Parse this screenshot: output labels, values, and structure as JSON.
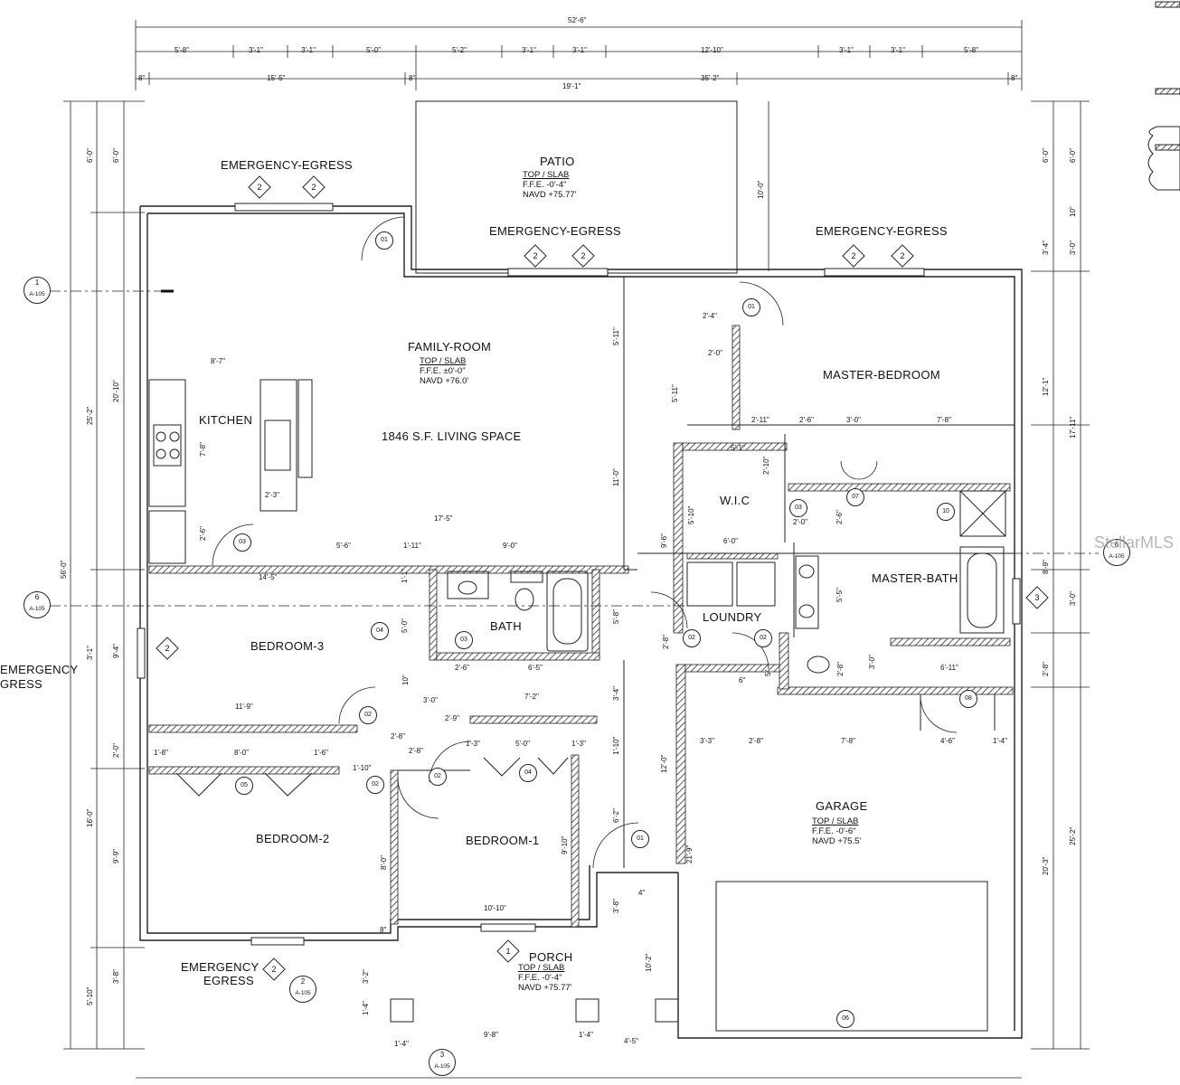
{
  "rooms": {
    "patio": "PATIO",
    "family_room": "FAMILY-ROOM",
    "kitchen": "KITCHEN",
    "living_space": "1846 S.F.  LIVING SPACE",
    "master_bedroom": "MASTER-BEDROOM",
    "wic": "W.I.C",
    "master_bath": "MASTER-BATH",
    "loundry": "LOUNDRY",
    "bath": "BATH",
    "bedroom3": "BEDROOM-3",
    "bedroom2": "BEDROOM-2",
    "bedroom1": "BEDROOM-1",
    "garage": "GARAGE",
    "porch": "PORCH"
  },
  "egress": {
    "top_left": "EMERGENCY-EGRESS",
    "top_mid": "EMERGENCY-EGRESS",
    "top_right": "EMERGENCY-EGRESS",
    "left_a": "EMERGENCY",
    "left_b": "GRESS",
    "bottom_a": "EMERGENCY",
    "bottom_b": "EGRESS"
  },
  "elevations": {
    "patio": [
      "TOP / SLAB",
      "F.F.E.  -0'-4\"",
      "NAVD +75.77'"
    ],
    "family": [
      "TOP / SLAB",
      "F.F.E.  ±0'-0\"",
      "NAVD +76.0'"
    ],
    "garage": [
      "TOP / SLAB",
      "F.F.E.  -0'-6\"",
      "NAVD +75.5'"
    ],
    "porch": [
      "TOP / SLAB",
      "F.F.E.  -0'-4\"",
      "NAVD +75.77'"
    ]
  },
  "dims_top": {
    "overall": "52'-6\"",
    "row1": [
      "5'-8\"",
      "3'-1\"",
      "3'-1\"",
      "5'-0\"",
      "5'-2\"",
      "3'-1\"",
      "3'-1\"",
      "12'-10\"",
      "3'-1\"",
      "3'-1\"",
      "5'-8\""
    ],
    "row2": [
      "8\"",
      "15'-5\"",
      "8\"",
      "19'-1\"",
      "35'-2\"",
      "8\""
    ]
  },
  "dims_left": [
    "6'-0\"",
    "6'-0\"",
    "25'-2\"",
    "20'-10\"",
    "56'-0\"",
    "3'-1\"",
    "9'-4\"",
    "2'-0\"",
    "16'-0\"",
    "9'-9\"",
    "3'-8\"",
    "5'-10\""
  ],
  "dims_right": [
    "6'-0\"",
    "6'-0\"",
    "10\"",
    "3'-4\"",
    "3'-0\"",
    "12'-1\"",
    "17'-11\"",
    "8'-9\"",
    "3'-0\"",
    "2'-8\"",
    "25'-2\"",
    "20'-3\""
  ],
  "dims_inner": {
    "kitchen_w": "8'-7\"",
    "kitchen_h": "7'-8\"",
    "k_223": "2'-3\"",
    "k_26": "2'-6\"",
    "fam_175": "17'-5\"",
    "fam_56": "5'-6\"",
    "fam_111": "1'-11\"",
    "fam_90": "9'-0\"",
    "fam_145": "14'-5\"",
    "fam_511": "5'-11\"",
    "fam_110": "11'-0\"",
    "fam_100": "10'-0\"",
    "mb_24": "2'-4\"",
    "mb_20": "2'-0\"",
    "mb_511": "5'-11\"",
    "mb_211": "2'-11\"",
    "mb_26": "2'-6\"",
    "mb_30": "3'-0\"",
    "mb_78": "7'-8\"",
    "wic_51": "5'-1\"",
    "wic_210": "2'-10\"",
    "wic_510": "5'-10\"",
    "wic_60": "6'-0\"",
    "wic_96": "9'-6\"",
    "wic_20": "2'-0\"",
    "mbath_26": "2'-6\"",
    "mbath_55": "5'-5\"",
    "mbath_611": "6'-11\"",
    "mbath_28": "2'-8\"",
    "mbath_30": "3'-0\"",
    "laund_28": "2'-8\"",
    "laund_6": "6\"",
    "laund_5": "5\"",
    "bath_26": "2'-6\"",
    "bath_65": "6'-5\"",
    "bath_50": "5'-0\"",
    "bath_58": "5'-8\"",
    "bath_34": "3'-4\"",
    "bath_11": "1'-1\"",
    "b3_119": "11'-9\"",
    "b3_30": "3'-0\"",
    "b3_10": "10\"",
    "hall_29": "2'-9\"",
    "hall_72": "7'-2\"",
    "hall_28a": "2'-8\"",
    "hall_28b": "2'-8\"",
    "hall_110": "1'-10\"",
    "b2_18": "1'-8\"",
    "b2_80": "8'-0\"",
    "b2_16": "1'-6\"",
    "b2_80v": "8'-0\"",
    "b1_13a": "1'-3\"",
    "b1_50": "5'-0\"",
    "b1_13b": "1'-3\"",
    "b1_910": "9'-10\"",
    "b1_1010": "10'-10\"",
    "b1_110": "1'-10\"",
    "b1_62": "6'-2\"",
    "g_33": "3'-3\"",
    "g_28": "2'-8\"",
    "g_78": "7'-8\"",
    "g_46": "4'-6\"",
    "g_14": "1'-4\"",
    "g_120": "12'-0\"",
    "g_219": "21'-9\"",
    "g_4": "4\"",
    "p_32": "3'-2\"",
    "p_14": "1'-4\"",
    "p_98": "9'-8\"",
    "p_14b": "1'-4\"",
    "p_45": "4'-5\"",
    "p_102": "10'-2\"",
    "p_38": "3'-8\"",
    "p_8": "8\"",
    "p_14c": "1'-4\""
  },
  "doors": {
    "d01a": "01",
    "d01b": "01",
    "d01c": "01",
    "d02a": "02",
    "d02b": "02",
    "d02c": "02",
    "d02d": "02",
    "d02e": "02",
    "d03a": "03",
    "d03b": "03",
    "d03c": "03",
    "d04a": "04",
    "d04b": "04",
    "d05": "05",
    "d06": "06",
    "d07": "07",
    "d08": "08",
    "d10": "10"
  },
  "window_tag": "2",
  "note_tag": "3",
  "porch_tag": "1",
  "sections": {
    "s1": {
      "n": "1",
      "r": "A-105"
    },
    "s2": {
      "n": "2",
      "r": "A-105"
    },
    "s3": {
      "n": "3",
      "r": "A-105"
    },
    "s6l": {
      "n": "6",
      "r": "A-105"
    },
    "s6r": {
      "n": "6",
      "r": "A-105"
    }
  },
  "watermark": "StellarMLS"
}
